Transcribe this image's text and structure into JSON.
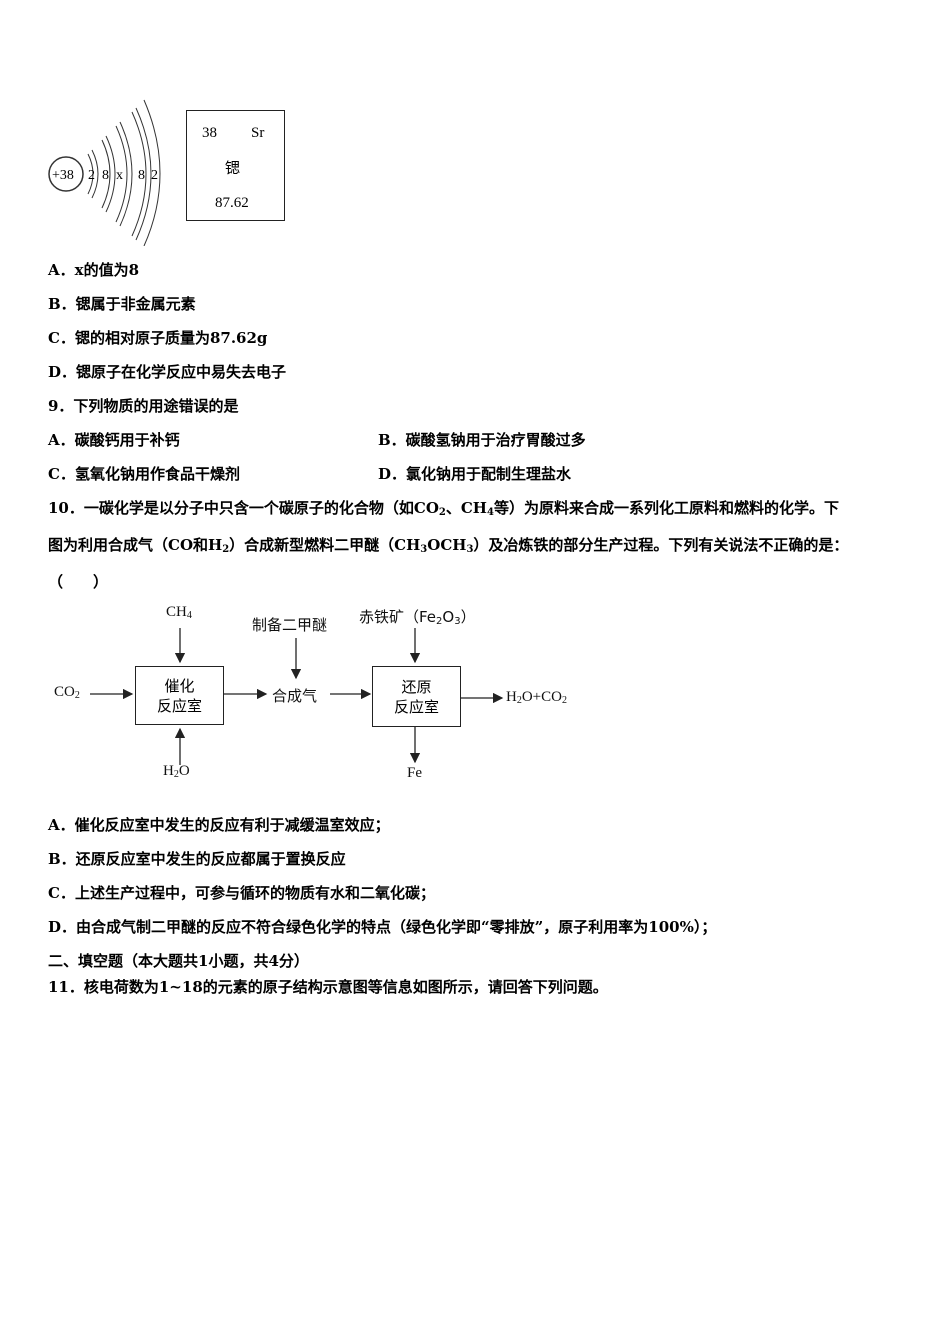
{
  "atom_figure": {
    "nucleus": "+38",
    "shells": [
      "2",
      "8",
      "x",
      "8",
      "2"
    ],
    "element_card": {
      "atomic_number": "38",
      "symbol": "Sr",
      "name": "锶",
      "mass": "87.62"
    }
  },
  "q8_options": [
    "A．x的值为8",
    "B．锶属于非金属元素",
    "C．锶的相对原子质量为87.62g",
    "D．锶原子在化学反应中易失去电子"
  ],
  "q9": {
    "stem": "9．下列物质的用途错误的是",
    "options": [
      "A．碳酸钙用于补钙",
      "B．碳酸氢钠用于治疗胃酸过多",
      "C．氢氧化钠用作食品干燥剂",
      "D．氯化钠用于配制生理盐水"
    ]
  },
  "q10": {
    "stem_line1_a": "10．一碳化学是以分子中只含一个碳原子的化合物（如CO",
    "stem_line1_b": "、CH",
    "stem_line1_c": "等）为原料来合成一系列化工原料和燃料的化学。下",
    "stem_line2_a": "图为利用合成气（CO和H",
    "stem_line2_b": "）合成新型燃料二甲醚（CH",
    "stem_line2_c": "OCH",
    "stem_line2_d": "）及冶炼铁的部分生产过程。下列有关说法不正确的是：",
    "sub2": "2",
    "sub4": "4",
    "sub3": "3",
    "paren": "（　　）",
    "diagram": {
      "ch4": "CH",
      "ch4_sub": "4",
      "co2": "CO",
      "co2_sub": "2",
      "h2o_top": "H",
      "h2o_sub": "2",
      "h2o_tail": "O",
      "box1_line1": "催化",
      "box1_line2": "反应室",
      "prep": "制备二甲醚",
      "syngas": "合成气",
      "ore_a": "赤铁矿（Fe",
      "ore_b": "O",
      "ore_c": "）",
      "ore_sub2": "2",
      "ore_sub3": "3",
      "box2_line1": "还原",
      "box2_line2": "反应室",
      "out_a": "H",
      "out_b": "O+CO",
      "fe": "Fe"
    },
    "options": [
      "A．催化反应室中发生的反应有利于减缓温室效应；",
      "B．还原反应室中发生的反应都属于置换反应",
      "C．上述生产过程中，可参与循环的物质有水和二氧化碳；",
      "D．由合成气制二甲醚的反应不符合绿色化学的特点（绿色化学即“零排放”，原子利用率为100%）；"
    ]
  },
  "section2": "二、填空题（本大题共1小题，共4分）",
  "q11": "11．核电荷数为1~18的元素的原子结构示意图等信息如图所示，请回答下列问题。"
}
